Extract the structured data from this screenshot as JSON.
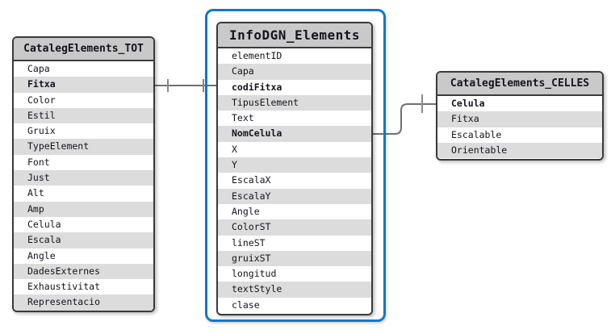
{
  "diagram": {
    "tables": [
      {
        "id": "tot",
        "title": "CatalegElements_TOT",
        "fields": [
          {
            "name": "Capa",
            "bold": false
          },
          {
            "name": "Fitxa",
            "bold": true
          },
          {
            "name": "Color",
            "bold": false
          },
          {
            "name": "Estil",
            "bold": false
          },
          {
            "name": "Gruix",
            "bold": false
          },
          {
            "name": "TypeElement",
            "bold": false
          },
          {
            "name": "Font",
            "bold": false
          },
          {
            "name": "Just",
            "bold": false
          },
          {
            "name": "Alt",
            "bold": false
          },
          {
            "name": "Amp",
            "bold": false
          },
          {
            "name": "Celula",
            "bold": false
          },
          {
            "name": "Escala",
            "bold": false
          },
          {
            "name": "Angle",
            "bold": false
          },
          {
            "name": "DadesExternes",
            "bold": false
          },
          {
            "name": "Exhaustivitat",
            "bold": false
          },
          {
            "name": "Representacio",
            "bold": false
          }
        ]
      },
      {
        "id": "info",
        "title": "InfoDGN_Elements",
        "highlighted": true,
        "fields": [
          {
            "name": "elementID",
            "bold": false
          },
          {
            "name": "Capa",
            "bold": false
          },
          {
            "name": "codiFitxa",
            "bold": true
          },
          {
            "name": "TipusElement",
            "bold": false
          },
          {
            "name": "Text",
            "bold": false
          },
          {
            "name": "NomCelula",
            "bold": true
          },
          {
            "name": "X",
            "bold": false
          },
          {
            "name": "Y",
            "bold": false
          },
          {
            "name": "EscalaX",
            "bold": false
          },
          {
            "name": "EscalaY",
            "bold": false
          },
          {
            "name": "Angle",
            "bold": false
          },
          {
            "name": "ColorST",
            "bold": false
          },
          {
            "name": "lineST",
            "bold": false
          },
          {
            "name": "gruixST",
            "bold": false
          },
          {
            "name": "longitud",
            "bold": false
          },
          {
            "name": "textStyle",
            "bold": false
          },
          {
            "name": "clase",
            "bold": false
          }
        ]
      },
      {
        "id": "celles",
        "title": "CatalegElements_CELLES",
        "fields": [
          {
            "name": "Celula",
            "bold": true
          },
          {
            "name": "Fitxa",
            "bold": false
          },
          {
            "name": "Escalable",
            "bold": false
          },
          {
            "name": "Orientable",
            "bold": false
          }
        ]
      }
    ],
    "relationships": [
      {
        "from": "CatalegElements_TOT.Fitxa",
        "to": "InfoDGN_Elements.codiFitxa"
      },
      {
        "from": "InfoDGN_Elements.NomCelula",
        "to": "CatalegElements_CELLES.Celula"
      }
    ],
    "colors": {
      "highlight_border": "#0f78cf",
      "table_border": "#3a3a3a",
      "header_bg": "#c9c9c9",
      "row_alt_bg": "#dcdcdc",
      "row_bg": "#ffffff",
      "connector": "#707070",
      "text": "#14141c"
    }
  }
}
